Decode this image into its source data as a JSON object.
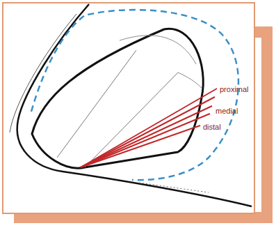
{
  "diagram": {
    "labels": [
      "proximal",
      "medial",
      "distal"
    ]
  }
}
